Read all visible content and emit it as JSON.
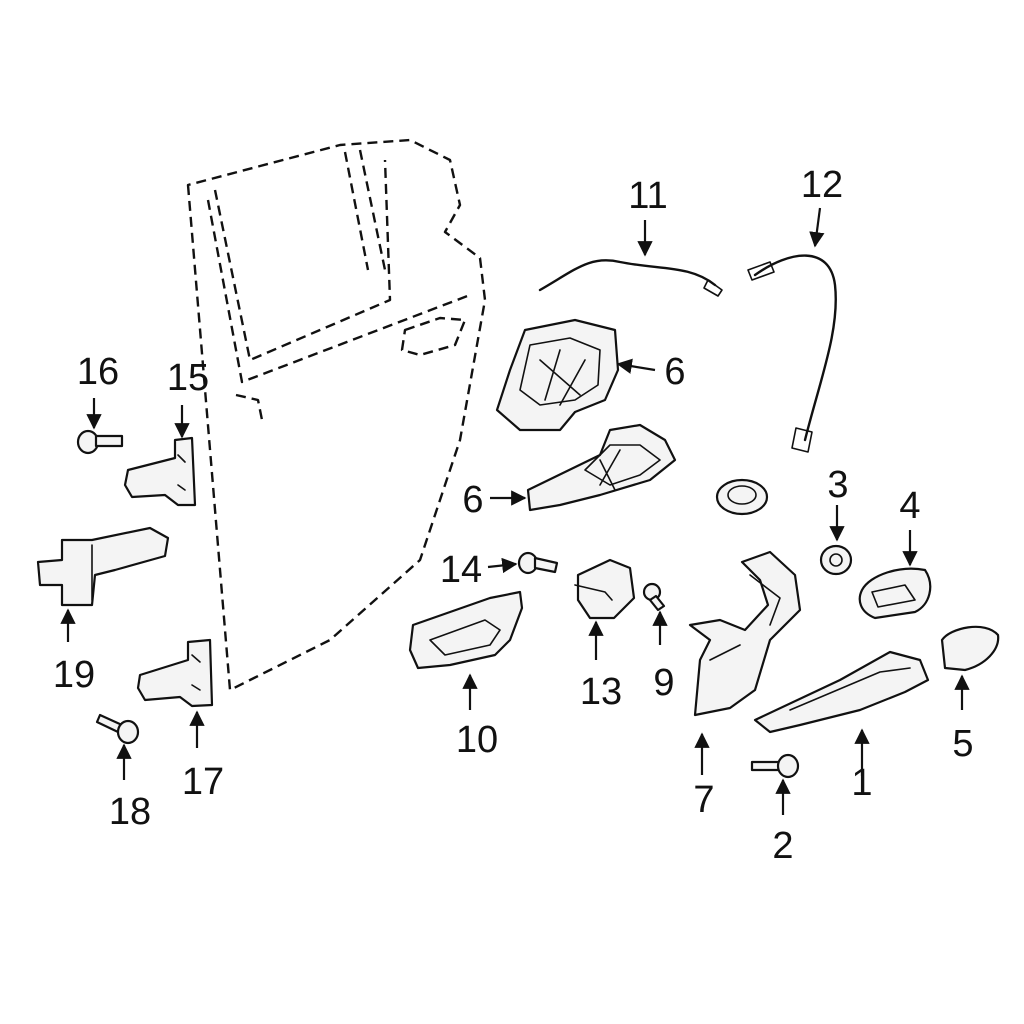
{
  "callouts": {
    "c1": "1",
    "c2": "2",
    "c3": "3",
    "c4": "4",
    "c5": "5",
    "c6a": "6",
    "c6b": "6",
    "c7": "7",
    "c9": "9",
    "c10": "10",
    "c11": "11",
    "c12": "12",
    "c13": "13",
    "c14": "14",
    "c15": "15",
    "c16": "16",
    "c17": "17",
    "c18": "18",
    "c19": "19"
  }
}
